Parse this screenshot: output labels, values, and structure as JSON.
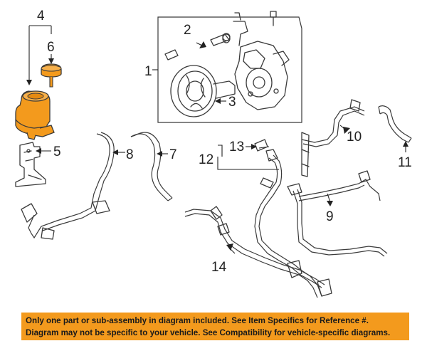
{
  "callouts": {
    "c1": "1",
    "c2": "2",
    "c3": "3",
    "c4": "4",
    "c5": "5",
    "c6": "6",
    "c7": "7",
    "c8": "8",
    "c9": "9",
    "c10": "10",
    "c11": "11",
    "c12": "12",
    "c13": "13",
    "c14": "14"
  },
  "notice": {
    "line1": "Only one part or sub-assembly in diagram included. See Item Specifics for Reference #.",
    "line2": "Diagram may not be specific to your vehicle. See Compatibility for vehicle-specific diagrams."
  },
  "colors": {
    "highlight": "#f39a1d",
    "line": "#3a3a3a",
    "background": "#ffffff"
  }
}
